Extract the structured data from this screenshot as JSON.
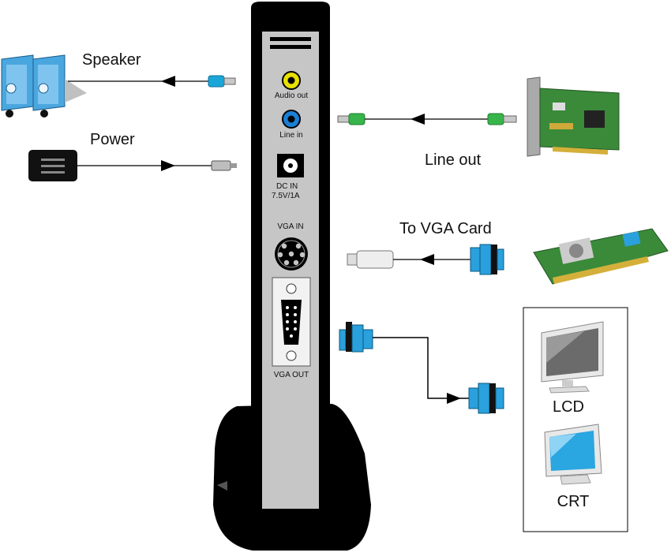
{
  "labels": {
    "speaker": "Speaker",
    "power": "Power",
    "line_out": "Line out",
    "to_vga_card": "To VGA Card",
    "lcd": "LCD",
    "crt": "CRT"
  },
  "ports": {
    "audio_out": "Audio out",
    "line_in": "Line in",
    "dc_in_1": "DC IN",
    "dc_in_2": "7.5V/1A",
    "vga_in": "VGA  IN",
    "vga_out": "VGA OUT"
  },
  "colors": {
    "device_body": "#000000",
    "panel": "#c6c6c6",
    "audio_jack": "#e8e000",
    "line_jack": "#1a7fd6",
    "plug_cyan": "#1aa6d8",
    "plug_green": "#37b54a",
    "vga_connector": "#2aa0dc",
    "board_green": "#3a8a3a"
  },
  "icons": {
    "speakers": "speaker-pair-icon",
    "power": "power-adapter-icon",
    "sound_card": "sound-card-icon",
    "vga_card": "vga-card-icon",
    "lcd": "lcd-monitor-icon",
    "crt": "crt-monitor-icon"
  }
}
